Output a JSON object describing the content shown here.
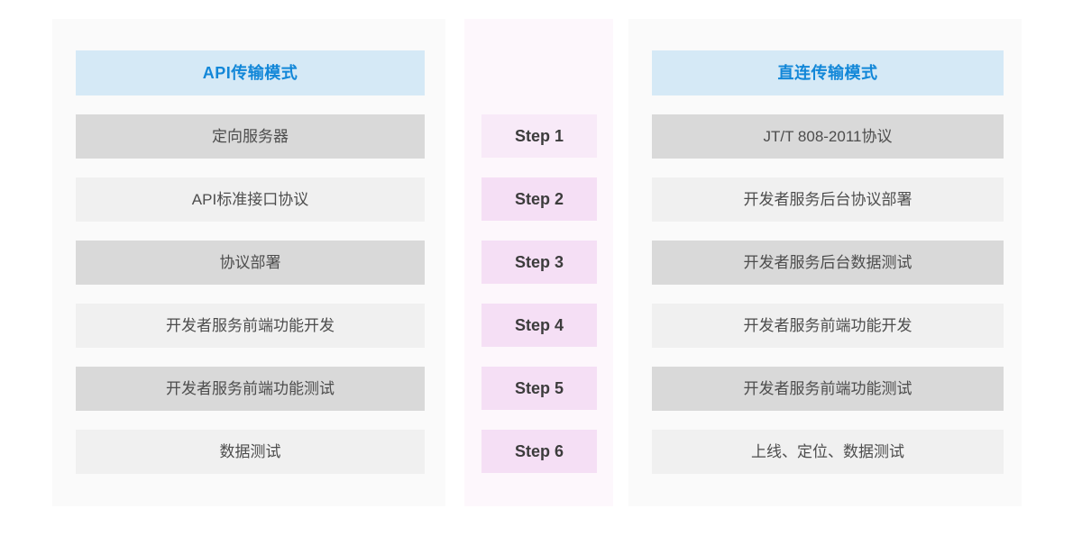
{
  "palette": {
    "panel_bg": "#fafafa",
    "middle_panel_bg": "#fdf7fc",
    "header_bg": "#d5e9f6",
    "header_text": "#1287d8",
    "row_dark": "#d9d9d9",
    "row_light": "#f0f0f0",
    "row_text": "#4d4d4d",
    "step_bg": "#f5dff5",
    "step_bg_first": "#f8eaf8",
    "step_text": "#3c3c3c"
  },
  "left_panel": {
    "title": "API传输模式",
    "rows": [
      "定向服务器",
      "API标准接口协议",
      "协议部署",
      "开发者服务前端功能开发",
      "开发者服务前端功能测试",
      "数据测试"
    ]
  },
  "steps_panel": {
    "steps": [
      "Step 1",
      "Step 2",
      "Step 3",
      "Step 4",
      "Step 5",
      "Step 6"
    ]
  },
  "right_panel": {
    "title": "直连传输模式",
    "rows": [
      "JT/T 808-2011协议",
      "开发者服务后台协议部署",
      "开发者服务后台数据测试",
      "开发者服务前端功能开发",
      "开发者服务前端功能测试",
      "上线、定位、数据测试"
    ]
  }
}
